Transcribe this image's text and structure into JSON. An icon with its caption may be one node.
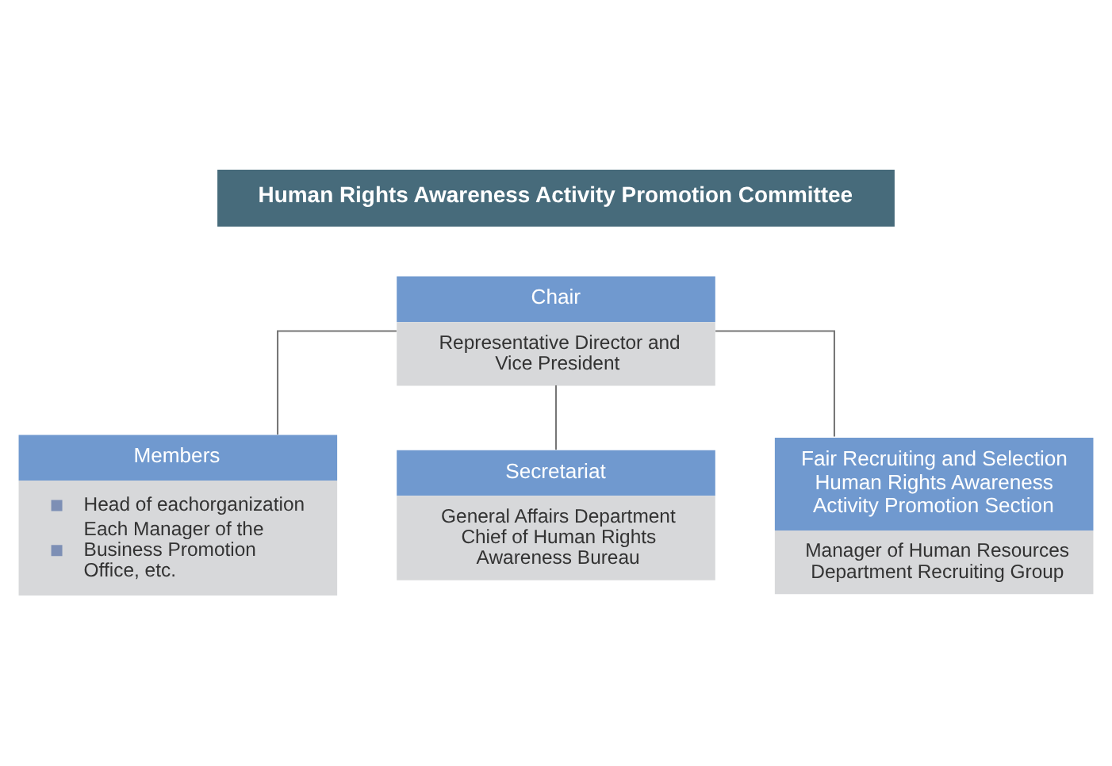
{
  "diagram": {
    "title": "Human Rights Awareness Activity Promotion Committee",
    "nodes": [
      {
        "text": [
          "Chair",
          "Representative Director and Vice President"
        ]
      },
      {
        "text": [
          "Members",
          "Head of eachorganization",
          "Each Manager of the Business Promotion Office, etc."
        ]
      },
      {
        "text": [
          "Secretariat",
          "General Affairs Department Chief of Human Rights Awareness Bureau"
        ]
      },
      {
        "text": [
          "Fair Recruiting and Selection Human Rights Awareness Activity Promotion Section",
          "Manager of Human Resources Department Recruiting Group"
        ]
      }
    ],
    "edges": [
      {
        "from": 0,
        "to": 1,
        "arrow": "none"
      },
      {
        "from": 0,
        "to": 2,
        "arrow": "none"
      },
      {
        "from": 0,
        "to": 3,
        "arrow": "none"
      }
    ]
  }
}
